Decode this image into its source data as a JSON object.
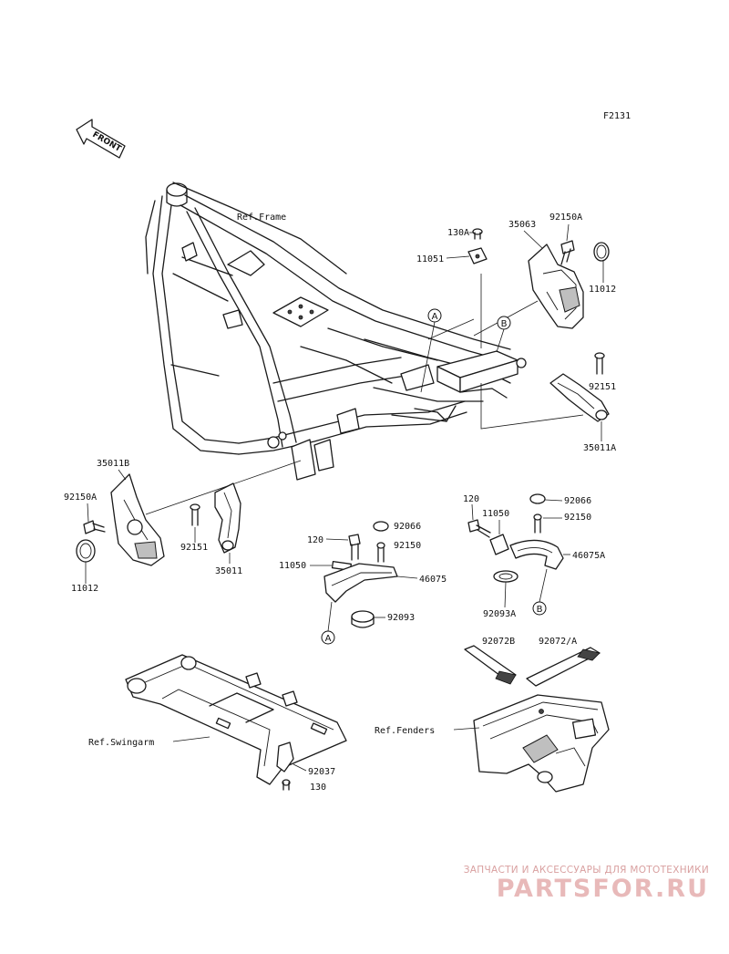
{
  "diagram_id": "F2131",
  "front_arrow": "FRONT",
  "refs": {
    "frame": "Ref.Frame",
    "swingarm": "Ref.Swingarm",
    "fenders": "Ref.Fenders"
  },
  "parts": {
    "p130A": "130A",
    "p11051": "11051",
    "p35063": "35063",
    "p92150A_r": "92150A",
    "p11012_r": "11012",
    "p92151_r": "92151",
    "p35011A": "35011A",
    "p35011B": "35011B",
    "p92150A_l": "92150A",
    "p11012_l": "11012",
    "p92151_l": "92151",
    "p35011": "35011",
    "p120_c": "120",
    "p92066_c": "92066",
    "p92150_c": "92150",
    "p11050_c": "11050",
    "p46075": "46075",
    "p92093": "92093",
    "p120_r": "120",
    "p11050_r": "11050",
    "p92066_r": "92066",
    "p92150_r": "92150",
    "p46075A": "46075A",
    "p92093A": "92093A",
    "p92072B": "92072B",
    "p92072A": "92072/A",
    "p92037": "92037",
    "p130": "130"
  },
  "callouts": {
    "a_top": "A",
    "b_top": "B",
    "a_bottom": "A",
    "b_bottom": "B"
  },
  "watermark": {
    "small": "ЗАПЧАСТИ И АКСЕССУАРЫ ДЛЯ МОТОТЕХНИКИ",
    "big": "PARTSFOR.RU",
    "color": "#e8b9b9"
  }
}
